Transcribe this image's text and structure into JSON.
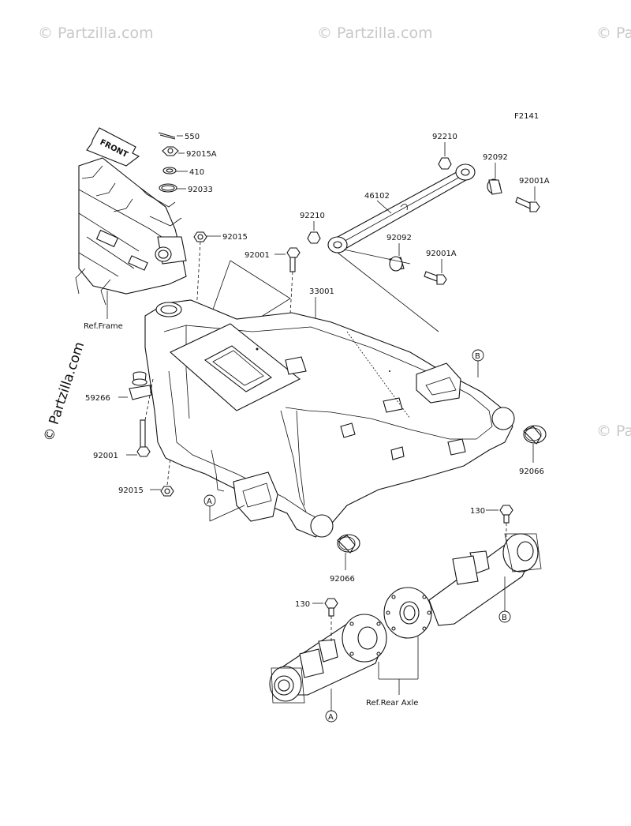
{
  "figure_code": "F2141",
  "watermark": "© Partzilla.com",
  "front_label": "FRONT",
  "refs": {
    "frame": "Ref.Frame",
    "rear_axle": "Ref.Rear Axle"
  },
  "parts": {
    "p550": "550",
    "p92015A": "92015A",
    "p410": "410",
    "p92033": "92033",
    "p92015_top": "92015",
    "p92210_right": "92210",
    "p92092_right": "92092",
    "p92001A_right": "92001A",
    "p46102": "46102",
    "p92210_left": "92210",
    "p92001_top": "92001",
    "p92092_left": "92092",
    "p92001A_left": "92001A",
    "p33001": "33001",
    "p59266": "59266",
    "p92001_left": "92001",
    "p92015_bottom": "92015",
    "p92066_right": "92066",
    "p92066_bottom": "92066",
    "p130_right": "130",
    "p130_left": "130"
  },
  "markers": {
    "A": "A",
    "B": "B"
  }
}
